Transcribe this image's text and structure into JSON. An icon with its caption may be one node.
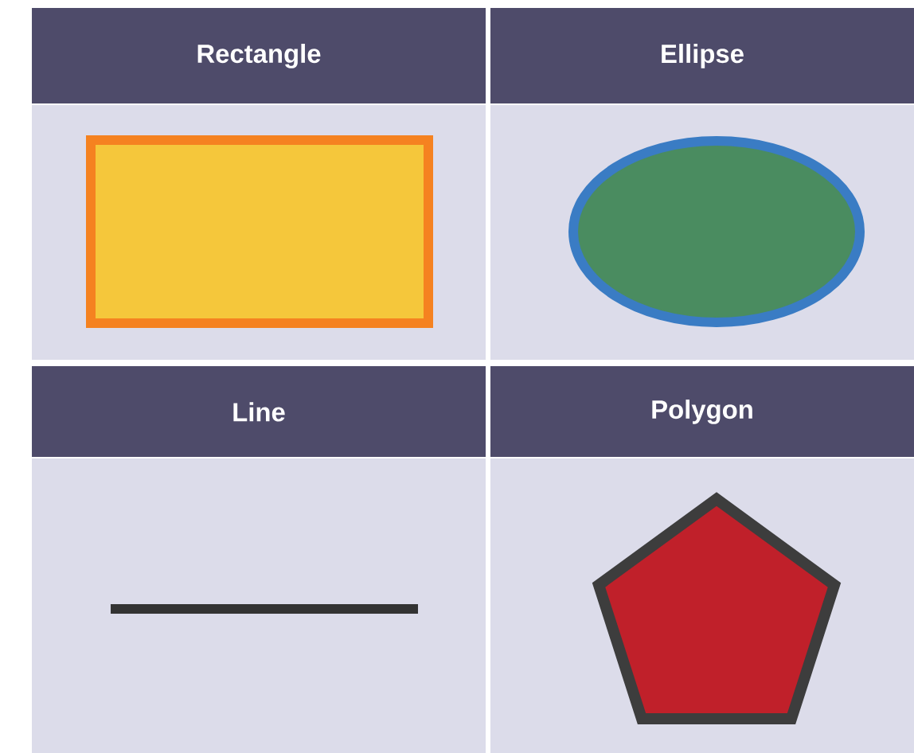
{
  "diagram": {
    "nodes": [
      {
        "text": [
          "Rectangle"
        ]
      },
      {
        "text": [
          "Ellipse"
        ]
      },
      {
        "text": [
          "Line"
        ]
      },
      {
        "text": [
          "Polygon"
        ]
      },
      {
        "text": [],
        "shape": "box",
        "in": 0
      },
      {
        "text": [],
        "shape": "ellipse",
        "in": 1
      },
      {
        "text": [],
        "shape": "line",
        "in": 2
      },
      {
        "text": [],
        "shape": "pentagon",
        "in": 3
      }
    ]
  }
}
